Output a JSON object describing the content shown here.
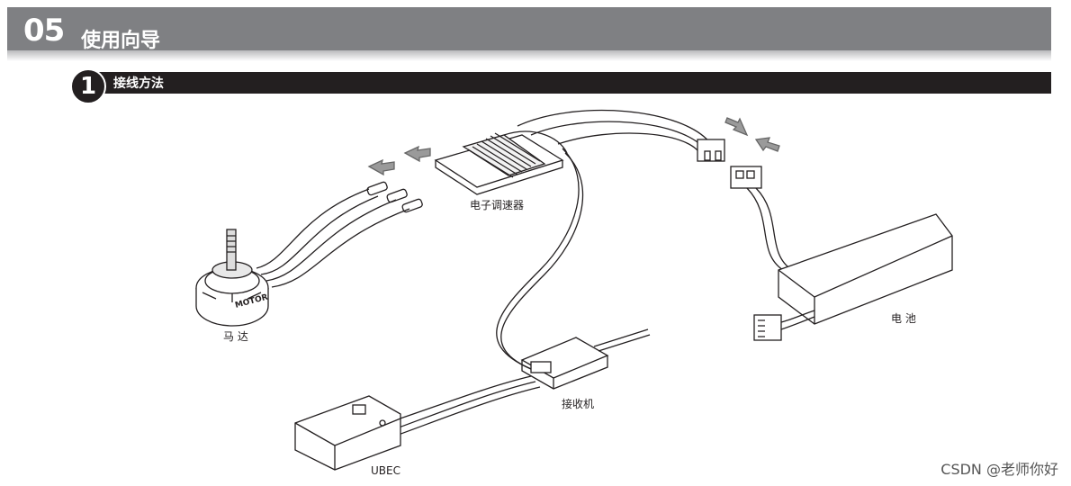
{
  "chapter": {
    "number": "05",
    "title": "使用向导"
  },
  "section": {
    "number": "1",
    "title": "接线方法"
  },
  "labels": {
    "esc": "电子调速器",
    "motor": "马 达",
    "battery": "电 池",
    "receiver": "接收机",
    "ubec": "UBEC",
    "motor_print": "MOTOR"
  },
  "watermark": "CSDN @老师你好"
}
